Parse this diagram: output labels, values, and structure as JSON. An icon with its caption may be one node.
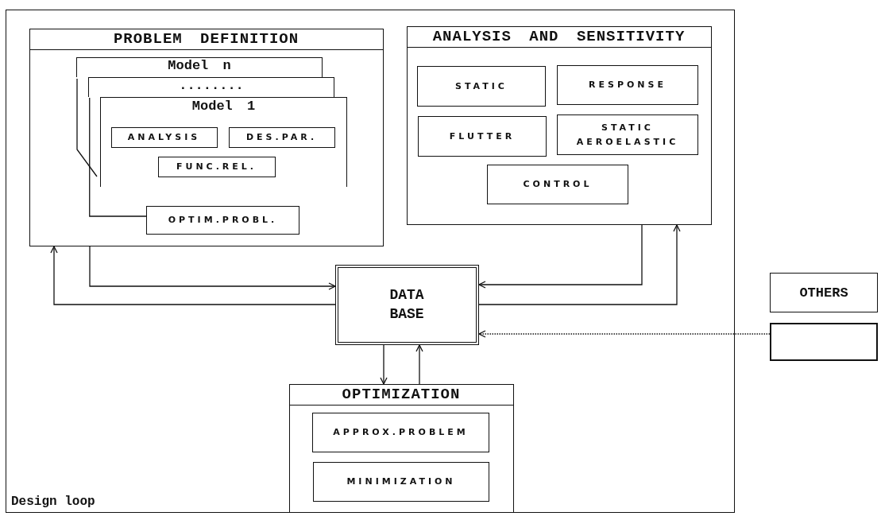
{
  "diagram": {
    "nodes": [
      {
        "text": [
          "Design loop"
        ]
      },
      {
        "text": [
          "PROBLEM DEFINITION"
        ],
        "in": 0
      },
      {
        "text": [
          "Model n"
        ],
        "in": 1
      },
      {
        "text": [
          "........"
        ],
        "in": 1
      },
      {
        "text": [
          "Model 1"
        ],
        "in": 1
      },
      {
        "text": [
          "ANALYSIS"
        ],
        "in": 4
      },
      {
        "text": [
          "DES.PAR."
        ],
        "in": 4
      },
      {
        "text": [
          "FUNC.REL."
        ],
        "in": 4
      },
      {
        "text": [
          "OPTIM.PROBL."
        ],
        "in": 1
      },
      {
        "text": [
          "ANALYSIS AND SENSITIVITY"
        ],
        "in": 0
      },
      {
        "text": [
          "STATIC"
        ],
        "in": 9
      },
      {
        "text": [
          "RESPONSE"
        ],
        "in": 9
      },
      {
        "text": [
          "FLUTTER"
        ],
        "in": 9
      },
      {
        "text": [
          "STATIC AEROELASTIC"
        ],
        "in": 9
      },
      {
        "text": [
          "CONTROL"
        ],
        "in": 9
      },
      {
        "text": [
          "DATA BASE"
        ],
        "in": 0
      },
      {
        "text": [
          "OPTIMIZATION"
        ],
        "in": 0
      },
      {
        "text": [
          "APPROX.PROBLEM"
        ],
        "in": 16
      },
      {
        "text": [
          "MINIMIZATION"
        ],
        "in": 16
      },
      {
        "text": [
          "OTHERS"
        ]
      },
      {
        "text": [],
        "shape": "box"
      }
    ],
    "edges": [
      {
        "from": 1,
        "to": 15,
        "arrow": "to"
      },
      {
        "from": 15,
        "to": 1,
        "arrow": "to"
      },
      {
        "from": 9,
        "to": 15,
        "arrow": "to"
      },
      {
        "from": 15,
        "to": 9,
        "arrow": "to"
      },
      {
        "from": 20,
        "to": 15,
        "arrow": "to",
        "style": "dashed"
      },
      {
        "from": 15,
        "to": 16,
        "arrow": "to"
      },
      {
        "from": 16,
        "to": 15,
        "arrow": "to"
      },
      {
        "from": 3,
        "to": 8,
        "arrow": "none"
      }
    ]
  }
}
